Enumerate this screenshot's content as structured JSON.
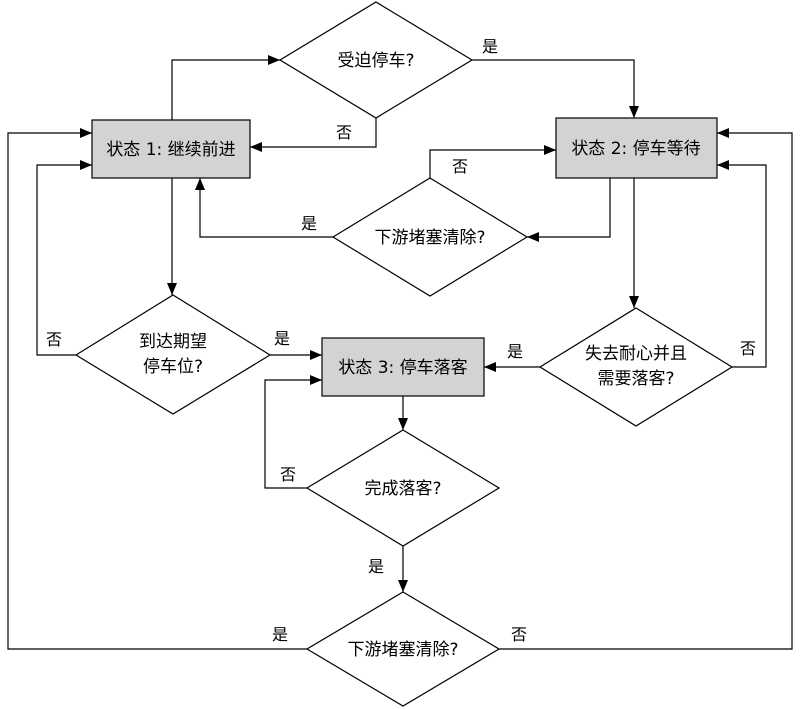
{
  "colors": {
    "state_fill": "#d3d3d3",
    "decision_fill": "#ffffff",
    "stroke": "#000000"
  },
  "states": {
    "s1": "状态 1: 继续前进",
    "s2": "状态 2: 停车等待",
    "s3": "状态 3: 停车落客"
  },
  "decisions": {
    "forced_stop": [
      "受迫停车?"
    ],
    "downstream_clear_top": [
      "下游堵塞清除?"
    ],
    "reached_spot": [
      "到达期望",
      "停车位?"
    ],
    "impatient": [
      "失去耐心并且",
      "需要落客?"
    ],
    "dropoff_done": [
      "完成落客?"
    ],
    "downstream_clear_bottom": [
      "下游堵塞清除?"
    ]
  },
  "labels": {
    "yes": "是",
    "no": "否"
  }
}
